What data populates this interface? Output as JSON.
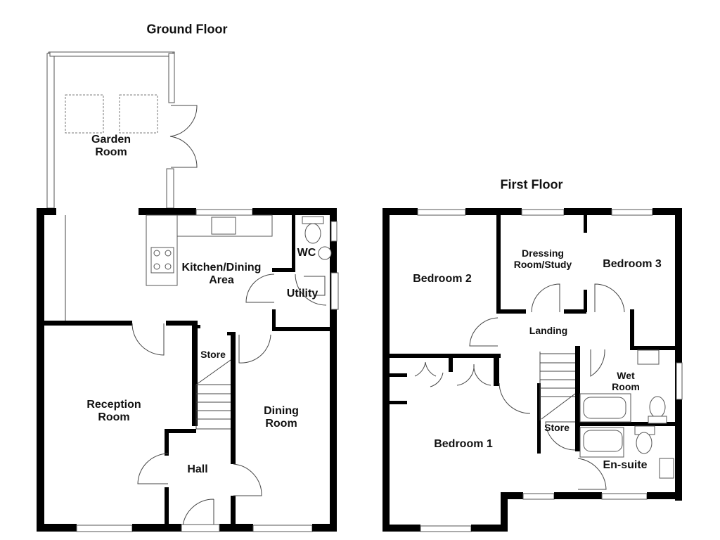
{
  "ground_floor": {
    "title": "Ground Floor",
    "rooms": {
      "garden_room": "Garden\nRoom",
      "kitchen": "Kitchen/Dining\nArea",
      "wc": "WC",
      "utility": "Utility",
      "store": "Store",
      "reception": "Reception\nRoom",
      "dining": "Dining\nRoom",
      "hall": "Hall"
    }
  },
  "first_floor": {
    "title": "First Floor",
    "rooms": {
      "bedroom2": "Bedroom 2",
      "dressing": "Dressing\nRoom/Study",
      "bedroom3": "Bedroom 3",
      "landing": "Landing",
      "wet_room": "Wet\nRoom",
      "bedroom1": "Bedroom 1",
      "store": "Store",
      "ensuite": "En-suite"
    }
  },
  "colors": {
    "wall": "#000000",
    "background": "#ffffff",
    "fixture_line": "#555555"
  }
}
